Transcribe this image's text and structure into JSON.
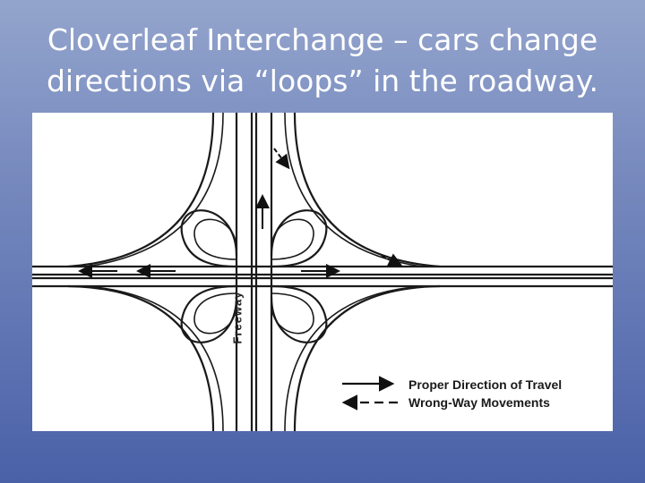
{
  "slide": {
    "title_line1": "Cloverleaf Interchange – cars change",
    "title_line2": "directions via “loops” in the roadway."
  },
  "diagram": {
    "road_label": "Freeway",
    "legend": {
      "proper": "Proper Direction of Travel",
      "wrong_way": "Wrong-Way Movements"
    }
  }
}
